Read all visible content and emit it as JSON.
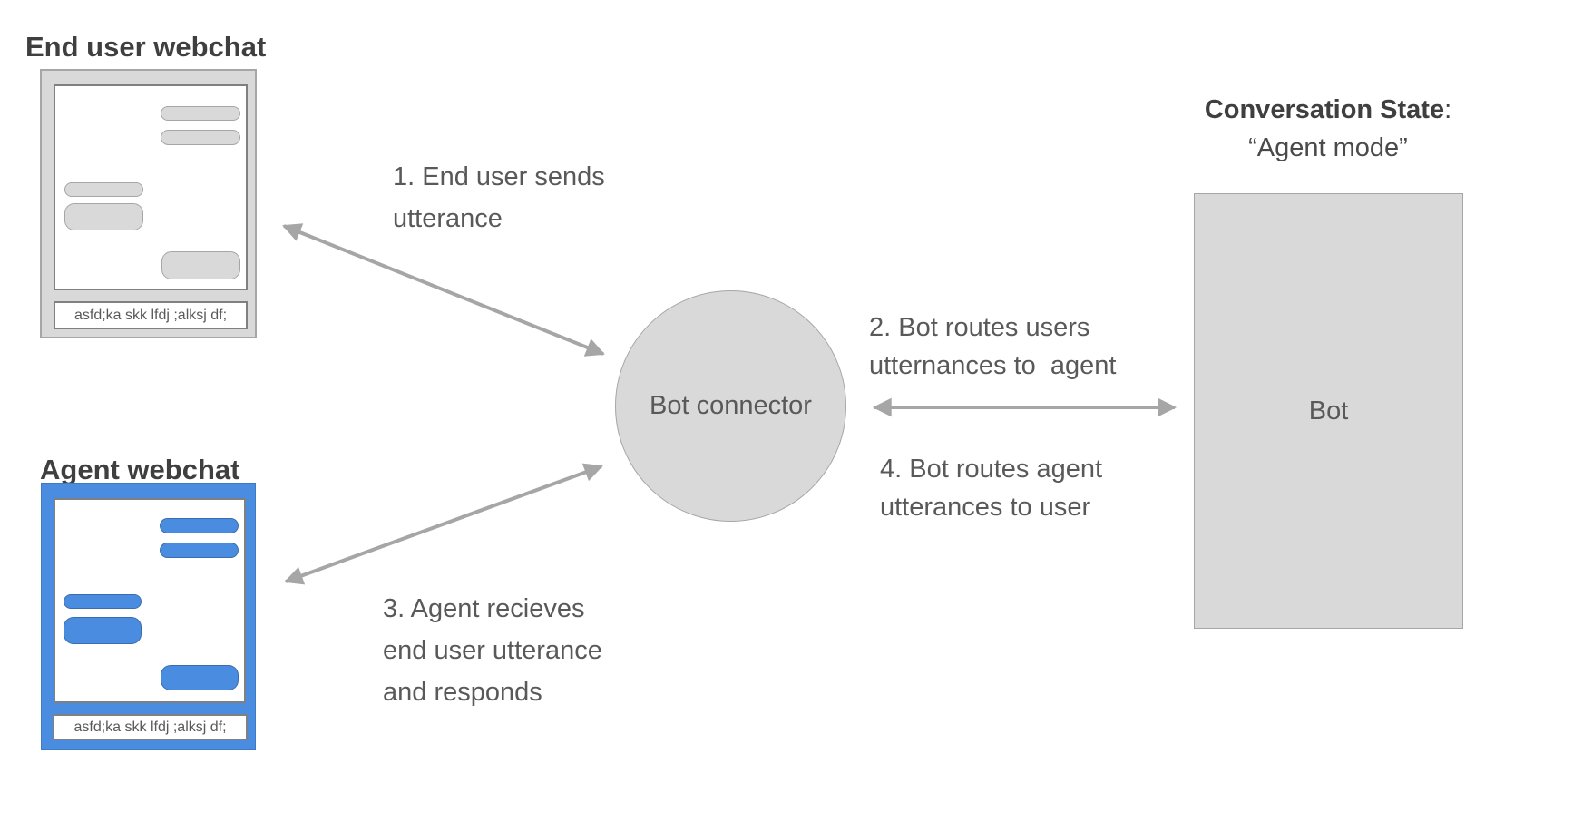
{
  "end_user_webchat": {
    "title": "End user webchat",
    "input_value": "asfd;ka skk lfdj ;alksj df;"
  },
  "agent_webchat": {
    "title": "Agent webchat",
    "input_value": "asfd;ka skk lfdj ;alksj df;"
  },
  "bot_connector": {
    "label": "Bot connector"
  },
  "bot": {
    "label": "Bot"
  },
  "conversation_state": {
    "title": "Conversation State",
    "colon": ":",
    "value": "“Agent mode”"
  },
  "steps": {
    "step1": "1. End user sends\nutterance",
    "step2": "2. Bot routes users\nutternances to  agent",
    "step3": "3. Agent recieves\nend user utterance\nand responds",
    "step4": "4. Bot routes agent\nutterances to user"
  },
  "colors": {
    "accent_blue": "#4A8DE0",
    "shape_fill_gray": "#D9D9D9",
    "shape_border_gray": "#A6A6A6",
    "arrow_gray": "#A6A6A6",
    "title_text": "#3F3F3F",
    "body_text": "#595959"
  }
}
